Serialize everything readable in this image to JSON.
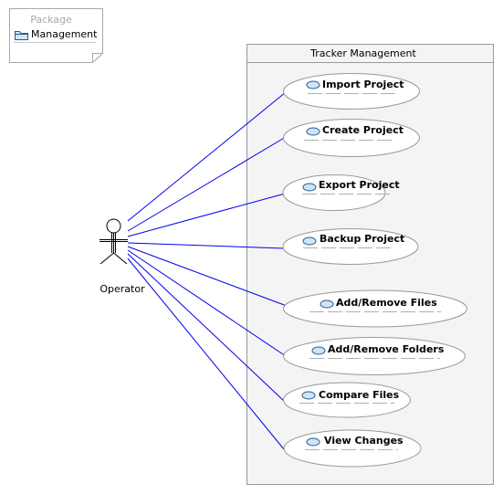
{
  "package": {
    "title": "Package",
    "item_label": "Management",
    "item_icon": "folder-icon"
  },
  "boundary": {
    "title": "Tracker Management"
  },
  "actor": {
    "label": "Operator",
    "icon": "stick-figure-icon"
  },
  "use_cases": [
    {
      "label": "Import Project"
    },
    {
      "label": "Create Project"
    },
    {
      "label": "Export Project"
    },
    {
      "label": "Backup Project"
    },
    {
      "label": "Add/Remove Files"
    },
    {
      "label": "Add/Remove Folders"
    },
    {
      "label": "Compare Files"
    },
    {
      "label": "View Changes"
    }
  ],
  "colors": {
    "association_line": "#0000ee",
    "boundary_fill": "#f4f4f4",
    "boundary_border": "#999999",
    "usecase_icon_fill": "#cfe4f7",
    "usecase_icon_stroke": "#2a5a8a"
  }
}
